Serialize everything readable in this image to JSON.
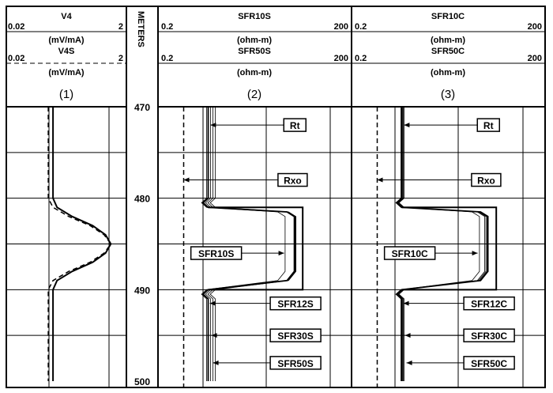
{
  "chart_data": {
    "type": "line",
    "title": "Well log",
    "depth_axis": {
      "label": "METERS",
      "ticks": [
        470,
        480,
        490,
        500
      ],
      "range": [
        470,
        500
      ],
      "grid_step": 5
    },
    "tracks": [
      {
        "number": "(1)",
        "scale": "log",
        "xlim": [
          0.02,
          2
        ],
        "curves": [
          {
            "name": "V4",
            "unit": "(mV/mA)",
            "style": "solid",
            "min_label": "0.02",
            "max_label": "2",
            "depth": [
              470,
              480,
              481,
              482,
              483,
              484,
              485,
              486,
              487,
              488,
              489,
              490,
              491,
              500
            ],
            "values": [
              0.12,
              0.12,
              0.14,
              0.25,
              0.55,
              0.9,
              1.1,
              0.9,
              0.55,
              0.25,
              0.14,
              0.12,
              0.12,
              0.12
            ]
          },
          {
            "name": "V4S",
            "unit": "(mV/mA)",
            "style": "dashed",
            "min_label": "0.02",
            "max_label": "2",
            "depth": [
              470,
              480,
              481,
              482,
              483,
              484,
              485,
              486,
              487,
              488,
              489,
              490,
              491,
              500
            ],
            "values": [
              0.1,
              0.1,
              0.12,
              0.22,
              0.5,
              0.85,
              1.1,
              0.85,
              0.5,
              0.22,
              0.12,
              0.1,
              0.1,
              0.1
            ]
          }
        ]
      },
      {
        "number": "(2)",
        "scale": "log",
        "xlim": [
          0.2,
          200
        ],
        "curves": [
          {
            "name": "SFR10S",
            "unit": "(ohm-m)",
            "min_label": "0.2",
            "max_label": "200"
          },
          {
            "name": "SFR50S",
            "unit": "(ohm-m)",
            "min_label": "0.2",
            "max_label": "200"
          }
        ],
        "annotations": [
          "Rt",
          "Rxo",
          "SFR10S",
          "SFR12S",
          "SFR30S",
          "SFR50S"
        ]
      },
      {
        "number": "(3)",
        "scale": "log",
        "xlim": [
          0.2,
          200
        ],
        "curves": [
          {
            "name": "SFR10C",
            "unit": "(ohm-m)",
            "min_label": "0.2",
            "max_label": "200"
          },
          {
            "name": "SFR50C",
            "unit": "(ohm-m)",
            "min_label": "0.2",
            "max_label": "200"
          }
        ],
        "annotations": [
          "Rt",
          "Rxo",
          "SFR10C",
          "SFR12C",
          "SFR30C",
          "SFR50C"
        ]
      }
    ],
    "resistivity_profile": {
      "depth": [
        470,
        480,
        480.5,
        481,
        481.5,
        482,
        488,
        489,
        490,
        490.5,
        491,
        500
      ],
      "values": [
        1.2,
        1.2,
        1.0,
        1.2,
        20,
        26,
        26,
        20,
        1.2,
        1.0,
        1.2,
        1.2
      ]
    },
    "rxo": 0.5,
    "rt_bed": {
      "top": 481,
      "bottom": 490,
      "value": 35
    }
  }
}
